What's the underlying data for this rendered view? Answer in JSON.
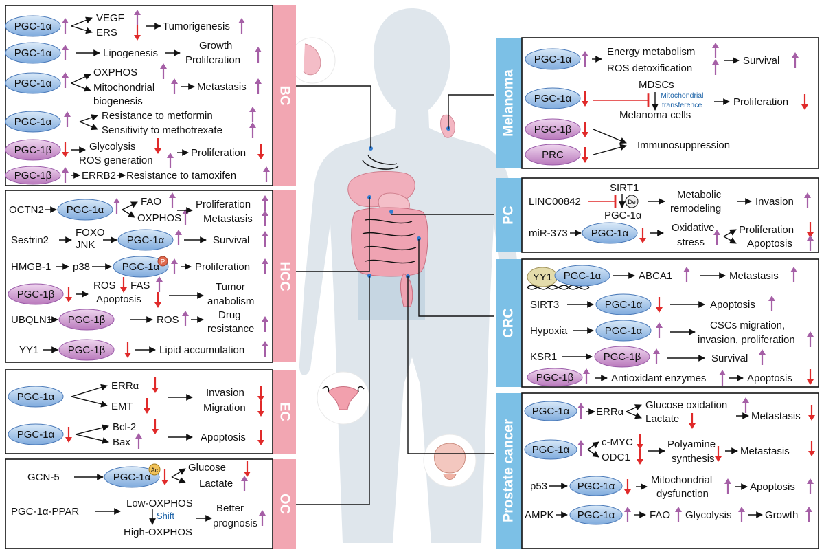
{
  "colors": {
    "up_arrow": "#a55fa6",
    "down_arrow": "#e02a2a",
    "pgc1a_ellipse": "#9dc3ea",
    "pgc1b_ellipse": "#d29bd3",
    "left_tab": "#f2a6b2",
    "right_tab": "#7cc0e6"
  },
  "tabs": {
    "bc": "BC",
    "hcc": "HCC",
    "ec": "EC",
    "oc": "OC",
    "melanoma": "Melanoma",
    "pc": "PC",
    "crc": "CRC",
    "prostate": "Prostate cancer"
  },
  "mol": {
    "pgc1a": "PGC-1α",
    "pgc1b": "PGC-1β",
    "prc": "PRC"
  },
  "marks": {
    "p": "P",
    "ac": "Ac",
    "de": "De"
  },
  "bc": {
    "vegf": "VEGF",
    "ers": "ERS",
    "tumorigenesis": "Tumorigenesis",
    "lipogenesis": "Lipogenesis",
    "growth": "Growth",
    "proliferation": "Proliferation",
    "oxphos": "OXPHOS",
    "mito1": "Mitochondrial",
    "mito2": "biogenesis",
    "metastasis": "Metastasis",
    "resist_metformin": "Resistance to metformin",
    "sens_mtx": "Sensitivity to methotrexate",
    "glycolysis": "Glycolysis",
    "ros_generation": "ROS generation",
    "erbb2": "ERRB2",
    "resist_tamoxifen": "Resistance to tamoxifen"
  },
  "hcc": {
    "octn2": "OCTN2",
    "fao": "FAO",
    "oxphos": "OXPHOS",
    "proliferation": "Proliferation",
    "metastasis": "Metastasis",
    "sestrin2": "Sestrin2",
    "foxo": "FOXO",
    "jnk": "JNK",
    "survival": "Survival",
    "hmgb1": "HMGB-1",
    "p38": "p38",
    "ros": "ROS",
    "fas": "FAS",
    "apoptosis": "Apoptosis",
    "tumor": "Tumor",
    "anabolism": "anabolism",
    "ubqln1": "UBQLN1",
    "drug": "Drug",
    "resistance": "resistance",
    "yy1": "YY1",
    "lipid": "Lipid accumulation"
  },
  "ec": {
    "erra": "ERRα",
    "emt": "EMT",
    "invasion": "Invasion",
    "migration": "Migration",
    "bcl2": "Bcl-2",
    "bax": "Bax",
    "apoptosis": "Apoptosis"
  },
  "oc": {
    "gcn5": "GCN-5",
    "glucose": "Glucose",
    "lactate": "Lactate",
    "ppar": "PGC-1α-PPAR",
    "low": "Low-OXPHOS",
    "shift": "Shift",
    "high": "High-OXPHOS",
    "better": "Better",
    "prognosis": "prognosis"
  },
  "mel": {
    "energy": "Energy metabolism",
    "ros_detox": "ROS detoxification",
    "survival": "Survival",
    "mdscs": "MDSCs",
    "mt1": "Mitochondrial",
    "mt2": "transference",
    "melcells": "Melanoma cells",
    "proliferation": "Proliferation",
    "immuno": "Immunosuppression"
  },
  "pc": {
    "linc": "LINC00842",
    "sirt1": "SIRT1",
    "metabolic": "Metabolic",
    "remodeling": "remodeling",
    "invasion": "Invasion",
    "mir": "miR-373",
    "oxidative": "Oxidative",
    "stress": "stress",
    "proliferation": "Proliferation",
    "apoptosis": "Apoptosis"
  },
  "crc": {
    "yy1": "YY1",
    "abca1": "ABCA1",
    "metastasis": "Metastasis",
    "sirt3": "SIRT3",
    "apoptosis": "Apoptosis",
    "hypoxia": "Hypoxia",
    "cscs1": "CSCs migration,",
    "cscs2": "invasion, proliferation",
    "ksr1": "KSR1",
    "survival": "Survival",
    "antiox": "Antioxidant enzymes"
  },
  "pca": {
    "erra": "ERRα",
    "glucose_ox": "Glucose oxidation",
    "lactate": "Lactate",
    "metastasis": "Metastasis",
    "cmyc": "c-MYC",
    "odc1": "ODC1",
    "polyamine": "Polyamine",
    "synthesis": "synthesis",
    "p53": "p53",
    "mito": "Mitochondrial",
    "dysfunction": "dysfunction",
    "apoptosis": "Apoptosis",
    "ampk": "AMPK",
    "fao": "FAO",
    "glycolysis": "Glycolysis",
    "growth": "Growth"
  }
}
